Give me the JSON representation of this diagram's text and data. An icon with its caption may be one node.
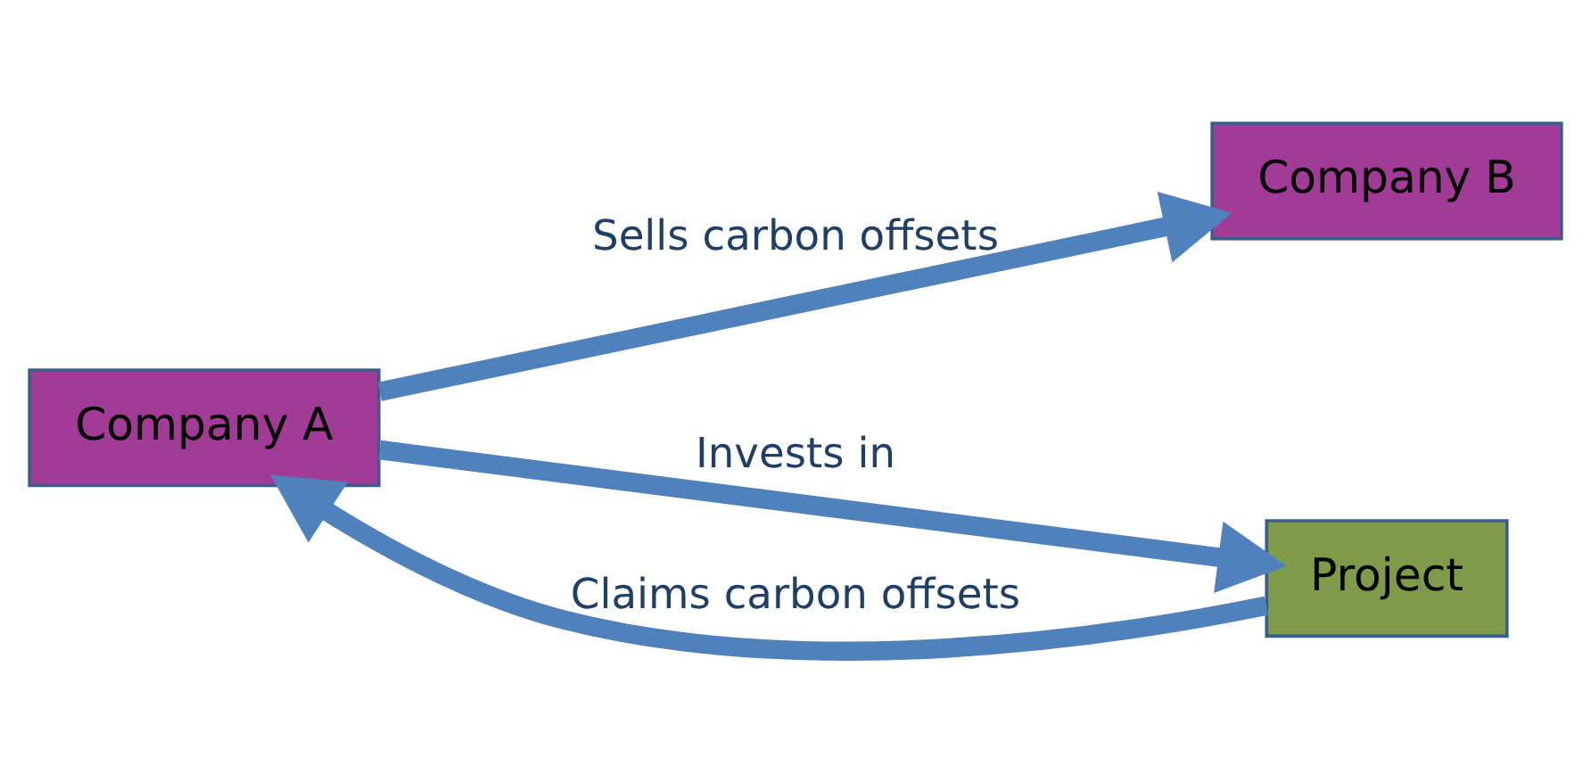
{
  "diagram": {
    "nodes": [
      {
        "text": [
          "Company A"
        ]
      },
      {
        "text": [
          "Company B"
        ]
      },
      {
        "text": [
          "Project"
        ]
      }
    ],
    "edges": [
      {
        "from": 0,
        "to": 1,
        "arrow": "to",
        "label": "Sells carbon offsets"
      },
      {
        "from": 0,
        "to": 2,
        "arrow": "to",
        "label": "Invests in"
      },
      {
        "from": 2,
        "to": 0,
        "arrow": "to",
        "label": "Claims carbon offsets"
      }
    ]
  }
}
